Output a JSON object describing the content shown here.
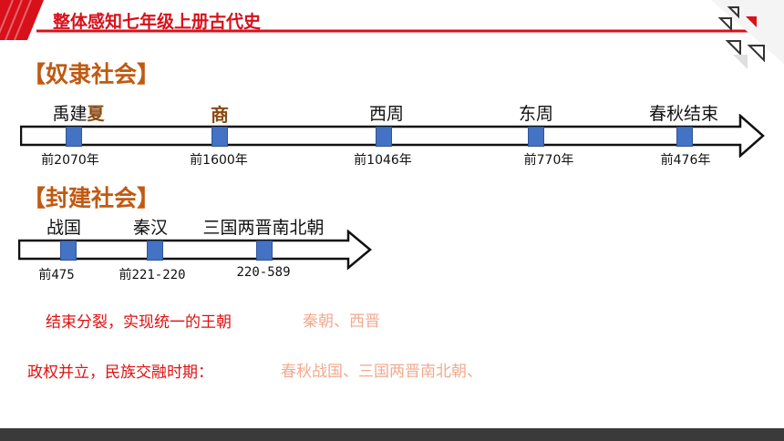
{
  "title": "整体感知七年级上册古代史",
  "sections": {
    "slave": "【奴隶社会】",
    "feudal": "【封建社会】"
  },
  "timeline1": {
    "eras": [
      {
        "prefix": "禹建",
        "highlight": "夏"
      },
      {
        "prefix": "",
        "highlight": "商"
      },
      {
        "prefix": "西周",
        "highlight": ""
      },
      {
        "prefix": "东周",
        "highlight": ""
      },
      {
        "prefix": "春秋结束",
        "highlight": ""
      }
    ],
    "dates": [
      "前2070年",
      "前1600年",
      "前1046年",
      "前770年",
      "前476年"
    ]
  },
  "timeline2": {
    "eras": [
      "战国",
      "秦汉",
      "三国两晋南北朝"
    ],
    "dates": [
      "前475",
      "前221-220",
      "220-589"
    ]
  },
  "notes": [
    {
      "label": "结束分裂，实现统一的王朝",
      "answer": "秦朝、西晋"
    },
    {
      "label": "政权并立，民族交融时期：",
      "answer": "春秋战国、三国两晋南北朝、"
    }
  ],
  "colors": {
    "accent_red": "#d8101a",
    "marker_blue": "#4472c4",
    "section_brown": "#c05a12",
    "faded_answer": "#f2a98e"
  }
}
